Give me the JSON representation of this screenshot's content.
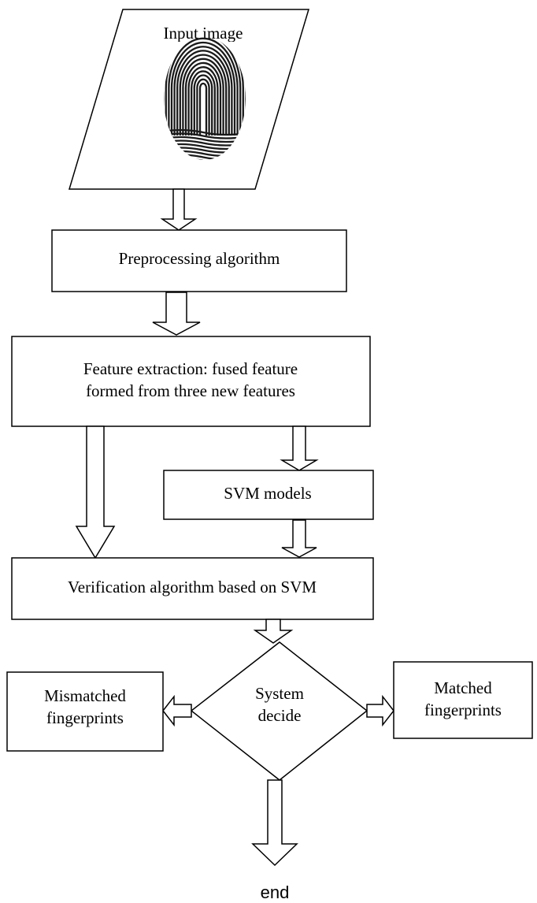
{
  "diagram": {
    "nodes": {
      "input": {
        "label": "Input image",
        "shape": "parallelogram",
        "image": "fingerprint"
      },
      "preprocessing": {
        "label": "Preprocessing algorithm",
        "shape": "rectangle"
      },
      "feature_extraction": {
        "line1": "Feature extraction: fused feature",
        "line2": "formed from three new features",
        "shape": "rectangle"
      },
      "svm_models": {
        "label": "SVM models",
        "shape": "rectangle"
      },
      "verification": {
        "label": "Verification algorithm based on SVM",
        "shape": "rectangle"
      },
      "decision": {
        "line1": "System",
        "line2": "decide",
        "shape": "diamond"
      },
      "mismatched": {
        "line1": "Mismatched",
        "line2": "fingerprints",
        "shape": "rectangle"
      },
      "matched": {
        "line1": "Matched",
        "line2": "fingerprints",
        "shape": "rectangle"
      },
      "end": {
        "label": "end"
      }
    },
    "edges": [
      {
        "from": "input",
        "to": "preprocessing",
        "style": "block-arrow"
      },
      {
        "from": "preprocessing",
        "to": "feature_extraction",
        "style": "block-arrow"
      },
      {
        "from": "feature_extraction",
        "to": "svm_models",
        "style": "block-arrow"
      },
      {
        "from": "feature_extraction",
        "to": "verification",
        "style": "block-arrow"
      },
      {
        "from": "svm_models",
        "to": "verification",
        "style": "block-arrow"
      },
      {
        "from": "verification",
        "to": "decision",
        "style": "block-arrow"
      },
      {
        "from": "decision",
        "to": "mismatched",
        "style": "block-arrow"
      },
      {
        "from": "decision",
        "to": "matched",
        "style": "block-arrow"
      },
      {
        "from": "decision",
        "to": "end",
        "style": "block-arrow"
      }
    ],
    "colors": {
      "stroke": "#000000",
      "fill": "#ffffff",
      "text": "#000000"
    }
  }
}
